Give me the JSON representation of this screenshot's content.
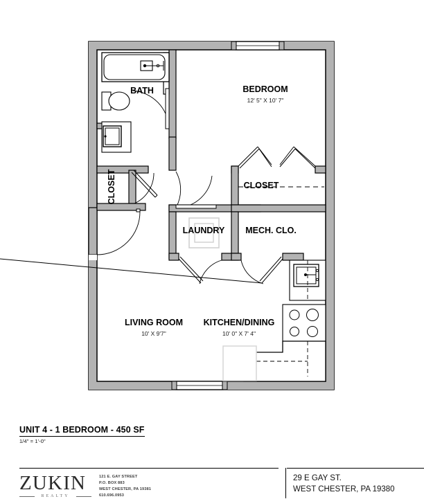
{
  "sheet": {
    "unit_title": "UNIT 4 - 1 BEDROOM - 450 SF",
    "scale": "1/4\" = 1'-0\""
  },
  "rooms": [
    {
      "name": "BATH",
      "dimensions": ""
    },
    {
      "name": "BEDROOM",
      "dimensions": "12' 5\" X 10' 7\""
    },
    {
      "name": "CLOSET",
      "dimensions": ""
    },
    {
      "name": "CLOSET",
      "dimensions": ""
    },
    {
      "name": "LAUNDRY",
      "dimensions": ""
    },
    {
      "name": "MECH. CLO.",
      "dimensions": ""
    },
    {
      "name": "LIVING ROOM",
      "dimensions": "10' X 9'7\""
    },
    {
      "name": "KITCHEN/DINING",
      "dimensions": "10' 0\" X 7' 4\""
    }
  ],
  "footer": {
    "logo": "ZUKIN",
    "logo_tagline": "REALTY",
    "company_address": [
      "121 E. GAY STREET",
      "P.O. BOX 883",
      "WEST CHESTER, PA 19381",
      "610.696.0953"
    ],
    "project_address": [
      "29 E GAY ST.",
      "WEST CHESTER, PA 19380"
    ]
  },
  "colors": {
    "wall_fill": "#b3b3b3",
    "wall_stroke": "#000000",
    "fixture_stroke": "#000000",
    "paper": "#ffffff"
  }
}
